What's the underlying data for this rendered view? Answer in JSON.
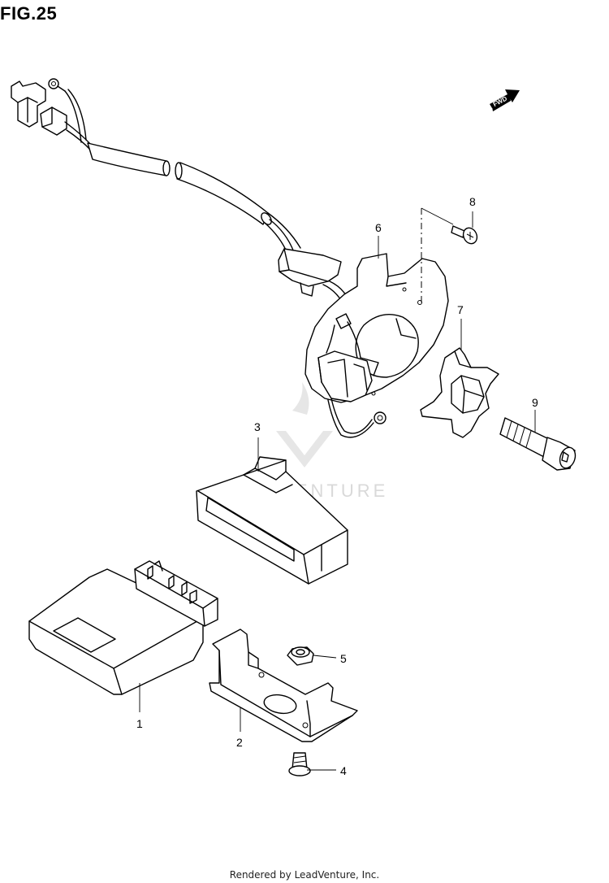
{
  "figure": {
    "title": "FIG.25",
    "direction_label": "FWD",
    "watermark": "LEADVENTURE",
    "footer": "Rendered by LeadVenture, Inc."
  },
  "callouts": [
    "1",
    "2",
    "3",
    "4",
    "5",
    "6",
    "7",
    "8",
    "9"
  ]
}
